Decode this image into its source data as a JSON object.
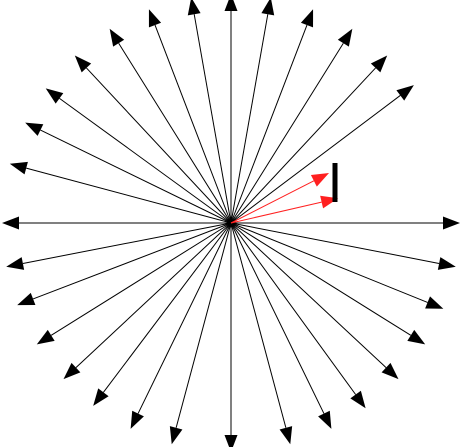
{
  "figure": {
    "background": "#ffffff",
    "ray_color": "#000000",
    "highlight_color": "#ff2020",
    "barrier_color": "#000000",
    "rays": [
      {
        "name": "ray-right",
        "angle_deg": 0
      },
      {
        "name": "ray-up-right-1",
        "angle_deg": 37
      },
      {
        "name": "ray-up-right-2",
        "angle_deg": 47
      },
      {
        "name": "ray-up-right-3",
        "angle_deg": 58
      },
      {
        "name": "ray-up-right-4",
        "angle_deg": 69
      },
      {
        "name": "ray-up-right-5",
        "angle_deg": 80
      },
      {
        "name": "ray-up",
        "angle_deg": 90
      },
      {
        "name": "ray-up-left-1",
        "angle_deg": 100
      },
      {
        "name": "ray-up-left-2",
        "angle_deg": 111
      },
      {
        "name": "ray-up-left-3",
        "angle_deg": 122
      },
      {
        "name": "ray-up-left-4",
        "angle_deg": 133
      },
      {
        "name": "ray-up-left-5",
        "angle_deg": 144
      },
      {
        "name": "ray-up-left-6",
        "angle_deg": 154
      },
      {
        "name": "ray-up-left-7",
        "angle_deg": 165
      },
      {
        "name": "ray-left",
        "angle_deg": 180
      },
      {
        "name": "ray-down-left-1",
        "angle_deg": 191
      },
      {
        "name": "ray-down-left-2",
        "angle_deg": 201
      },
      {
        "name": "ray-down-left-3",
        "angle_deg": 212
      },
      {
        "name": "ray-down-left-4",
        "angle_deg": 223
      },
      {
        "name": "ray-down-left-5",
        "angle_deg": 233
      },
      {
        "name": "ray-down-left-6",
        "angle_deg": 244
      },
      {
        "name": "ray-down-left-7",
        "angle_deg": 255
      },
      {
        "name": "ray-down",
        "angle_deg": 270
      },
      {
        "name": "ray-down-right-1",
        "angle_deg": 285
      },
      {
        "name": "ray-down-right-2",
        "angle_deg": 296
      },
      {
        "name": "ray-down-right-3",
        "angle_deg": 306
      },
      {
        "name": "ray-down-right-4",
        "angle_deg": 317
      },
      {
        "name": "ray-down-right-5",
        "angle_deg": 328
      },
      {
        "name": "ray-down-right-6",
        "angle_deg": 338
      },
      {
        "name": "ray-down-right-7",
        "angle_deg": 349
      }
    ],
    "highlighted_rays": [
      {
        "name": "highlight-ray-upper",
        "angle_deg": 27
      },
      {
        "name": "highlight-ray-lower",
        "angle_deg": 13
      }
    ]
  }
}
